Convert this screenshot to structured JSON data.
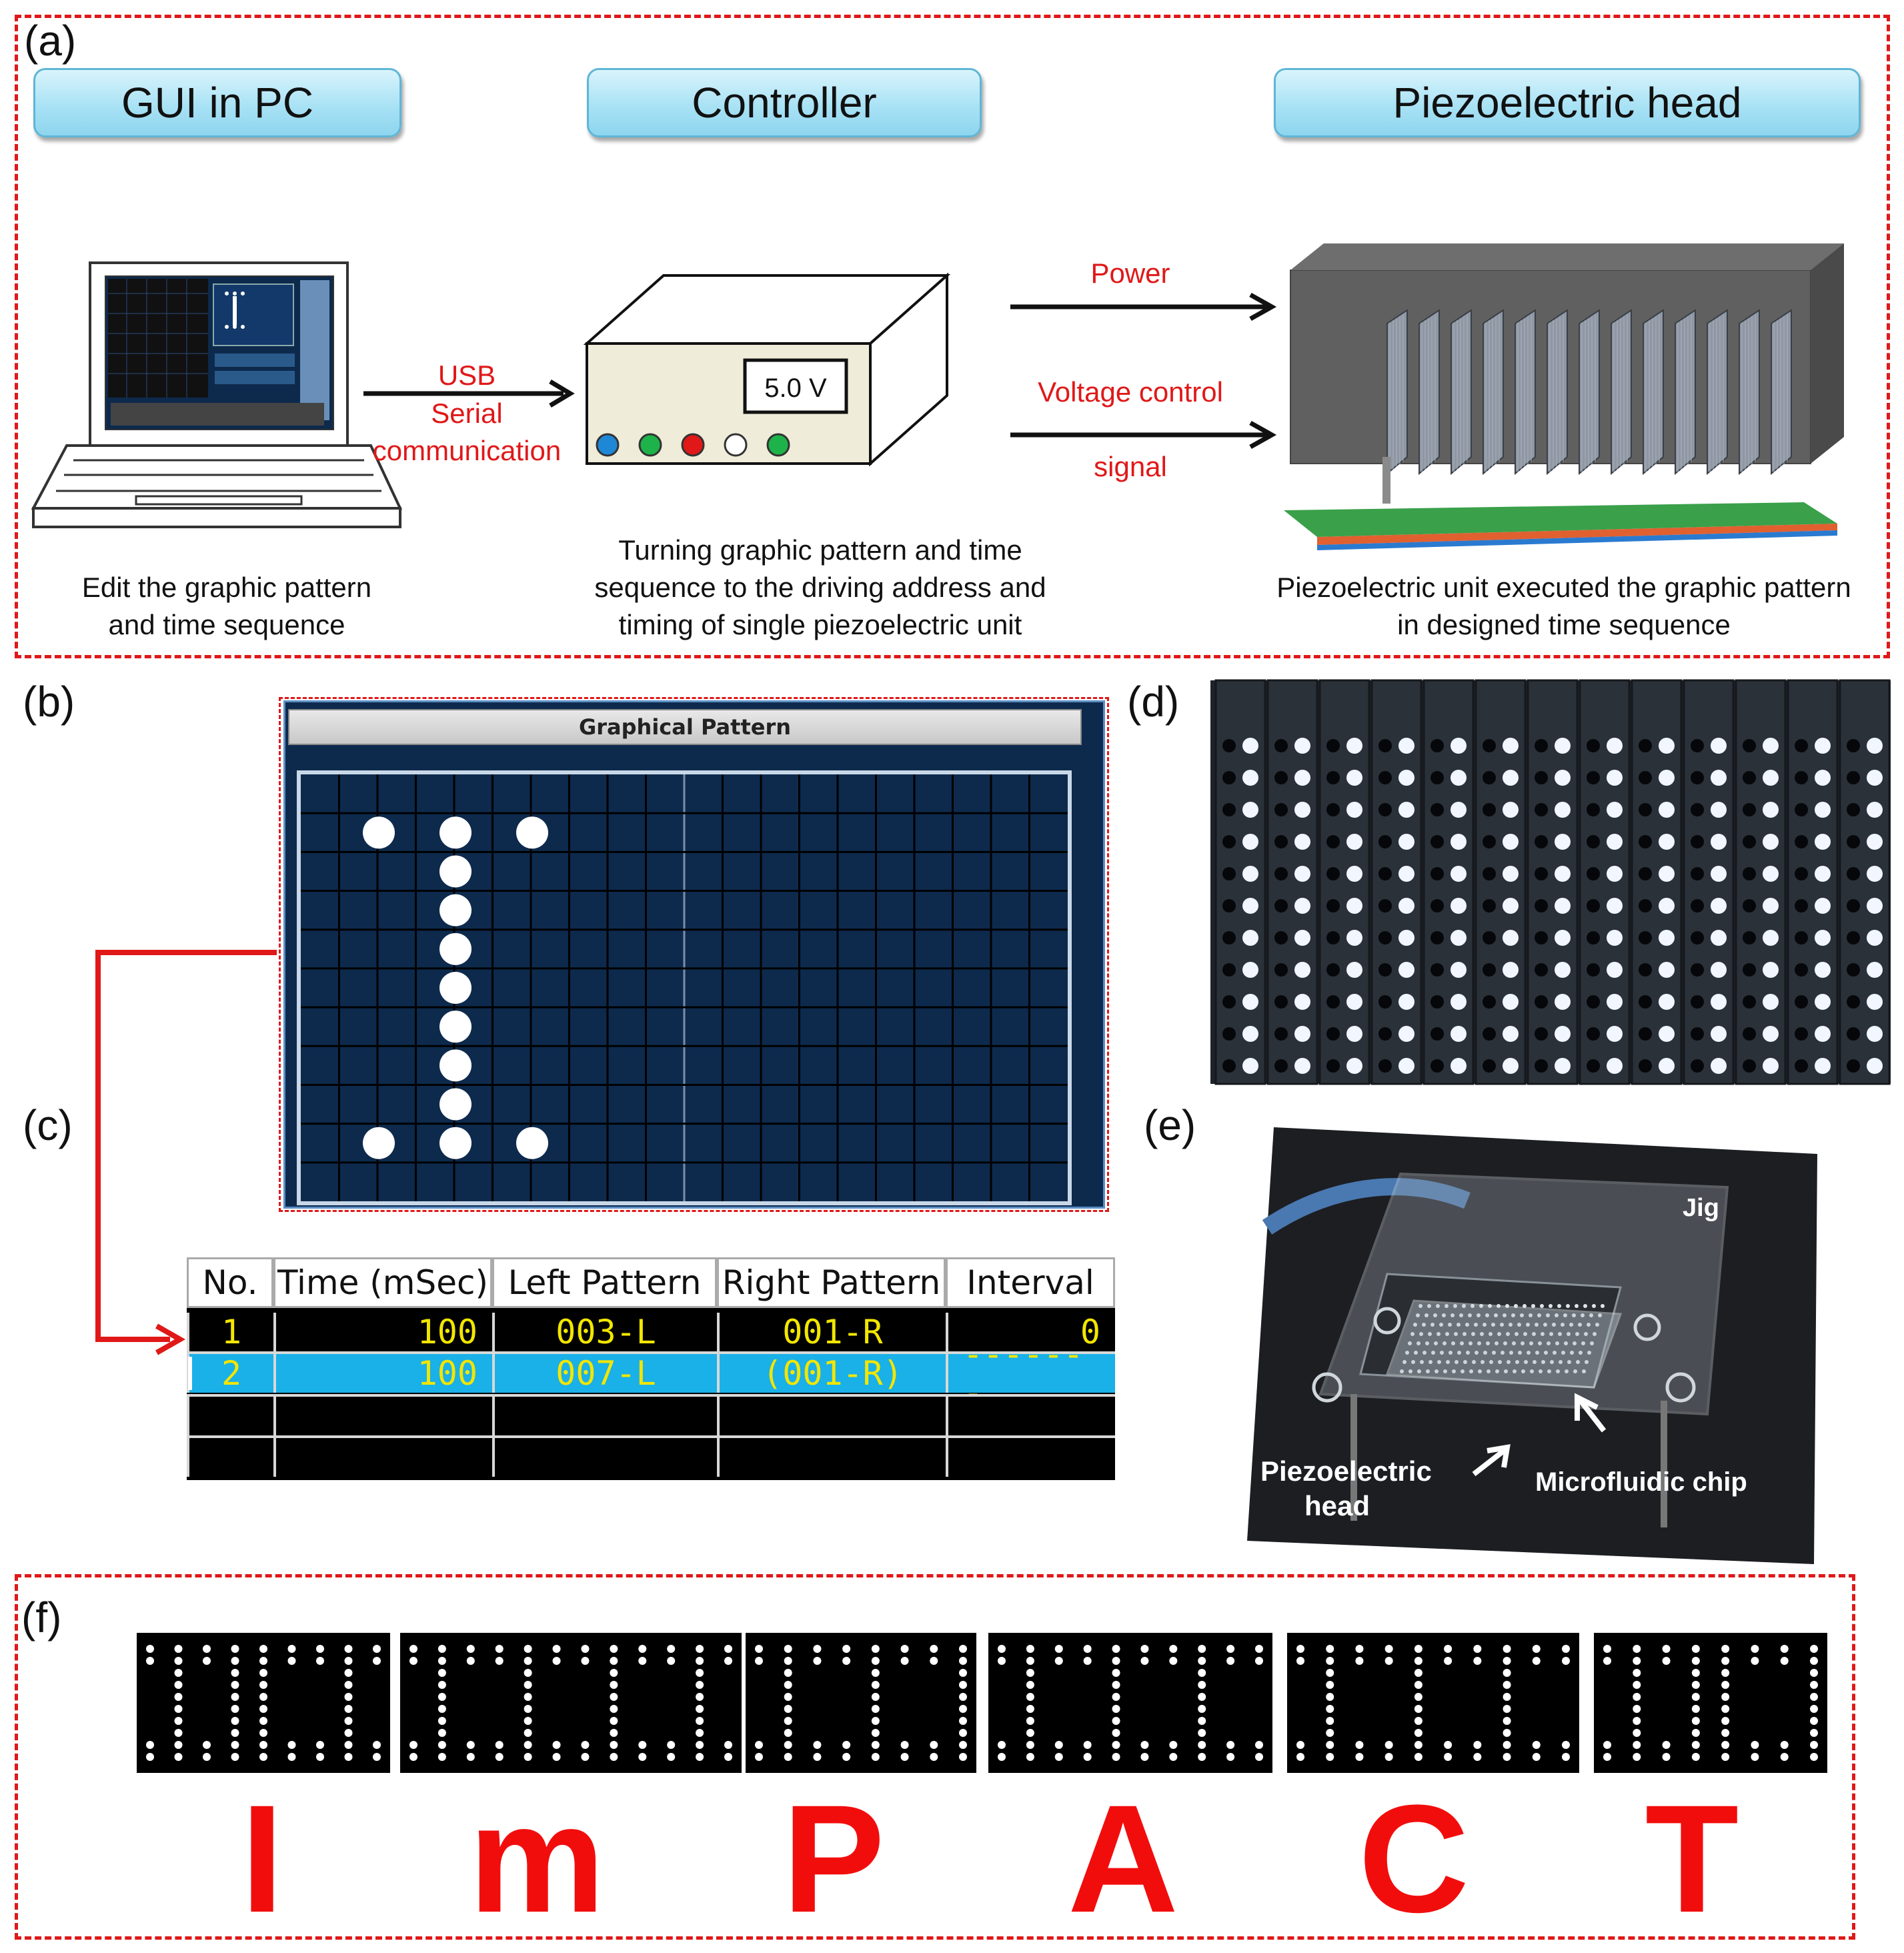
{
  "panels": {
    "a": "(a)",
    "b": "(b)",
    "c": "(c)",
    "d": "(d)",
    "e": "(e)",
    "f": "(f)"
  },
  "headers": {
    "gui": "GUI in PC",
    "controller": "Controller",
    "piezo": "Piezoelectric head"
  },
  "captions": {
    "gui_line1": "Edit the graphic pattern",
    "gui_line2": "and time sequence",
    "ctrl_line1": "Turning graphic pattern and time",
    "ctrl_line2": "sequence to the driving address and",
    "ctrl_line3": "timing of single piezoelectric unit",
    "piezo_line1": "Piezoelectric unit executed the graphic pattern",
    "piezo_line2": "in designed time sequence"
  },
  "arrows": {
    "usb1": "USB",
    "usb2": "Serial",
    "usb3": "communication",
    "power": "Power",
    "vc1": "Voltage control",
    "vc2": "signal"
  },
  "controller_display": "5.0 V",
  "controller_led_colors": [
    "#1e88d6",
    "#1db34a",
    "#e01818",
    "#ffffff",
    "#1db34a"
  ],
  "gui_panel": {
    "title": "Graphical Pattern",
    "grid_cols": 20,
    "grid_rows": 11,
    "dots": [
      [
        2,
        1
      ],
      [
        4,
        1
      ],
      [
        6,
        1
      ],
      [
        4,
        2
      ],
      [
        4,
        3
      ],
      [
        4,
        4
      ],
      [
        4,
        5
      ],
      [
        4,
        6
      ],
      [
        4,
        7
      ],
      [
        4,
        8
      ],
      [
        2,
        9
      ],
      [
        4,
        9
      ],
      [
        6,
        9
      ]
    ]
  },
  "table": {
    "headers": [
      "No.",
      "Time (mSec)",
      "Left Pattern",
      "Right Pattern",
      "Interval"
    ],
    "rows": [
      [
        "1",
        "100",
        "003-L",
        "001-R",
        "0"
      ],
      [
        "2",
        "100",
        "007-L",
        "(001-R)",
        "-------"
      ],
      [
        "",
        "",
        "",
        "",
        ""
      ],
      [
        "",
        "",
        "",
        "",
        ""
      ]
    ]
  },
  "photo_labels": {
    "jig": "Jig",
    "piezo1": "Piezoelectric",
    "piezo2": "head",
    "chip": "Microfluidic chip"
  },
  "impact": [
    "I",
    "m",
    "P",
    "A",
    "C",
    "T"
  ],
  "colors": {
    "red": "#e01818",
    "panel_blue": "#0d2a4d",
    "selected_row": "#1ab0e8",
    "yellow_text": "#f2e600"
  }
}
